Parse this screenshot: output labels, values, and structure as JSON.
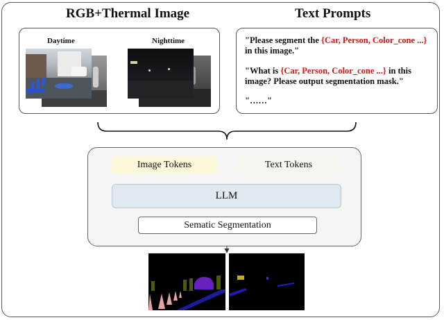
{
  "headings": {
    "image": "RGB+Thermal Image",
    "text": "Text Prompts"
  },
  "image_panel": {
    "daytime_label": "Daytime",
    "nighttime_label": "Nighttime"
  },
  "prompts": [
    {
      "before": "\"Please segment the ",
      "classes": "{Car, Person, Color_cone ...}",
      "after": " in this image.\""
    },
    {
      "before": "\"What is ",
      "classes": "{Car, Person, Color_cone ...}",
      "after": " in this image? Please output segmentation mask.\""
    },
    {
      "before": "\"……\"",
      "classes": "",
      "after": ""
    }
  ],
  "model": {
    "image_tokens": "Image Tokens",
    "text_tokens": "Text Tokens",
    "llm": "LLM",
    "segmentation": "Sematic Segmentation"
  },
  "colors": {
    "class_highlight": "#e01010",
    "image_tokens_fill": "#fbf7d8",
    "text_tokens_fill": "#f2f8ef",
    "llm_fill": "#dde8ef",
    "core_fill": "#f5f5f5",
    "segmentation_background": "#000000",
    "segmentation_cone": "#e8a0a0",
    "segmentation_person": "#4a5a10",
    "segmentation_car": "#6a20c0",
    "segmentation_lane": "#2020c8"
  }
}
